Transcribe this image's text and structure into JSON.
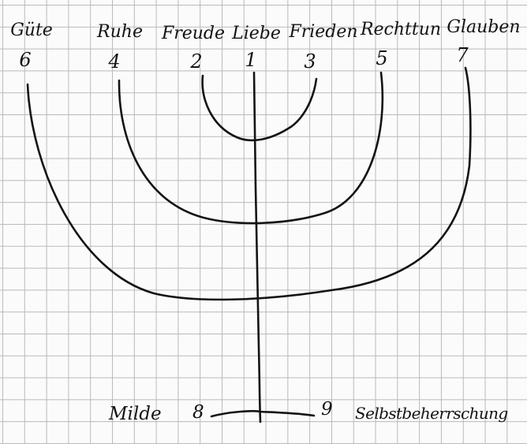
{
  "top_branches": [
    {
      "name": "Güte",
      "number": "6"
    },
    {
      "name": "Ruhe",
      "number": "4"
    },
    {
      "name": "Freude",
      "number": "2"
    },
    {
      "name": "Liebe",
      "number": "1"
    },
    {
      "name": "Frieden",
      "number": "3"
    },
    {
      "name": "Rechttun",
      "number": "5"
    },
    {
      "name": "Glauben",
      "number": "7"
    }
  ],
  "base": {
    "left": {
      "name": "Milde",
      "number": "8"
    },
    "right": {
      "number": "9",
      "name": "Selbstbeherrschung"
    }
  },
  "colors": {
    "ink": "#141414",
    "grid": "#b9b9b9",
    "paper": "#fbfbfb"
  }
}
